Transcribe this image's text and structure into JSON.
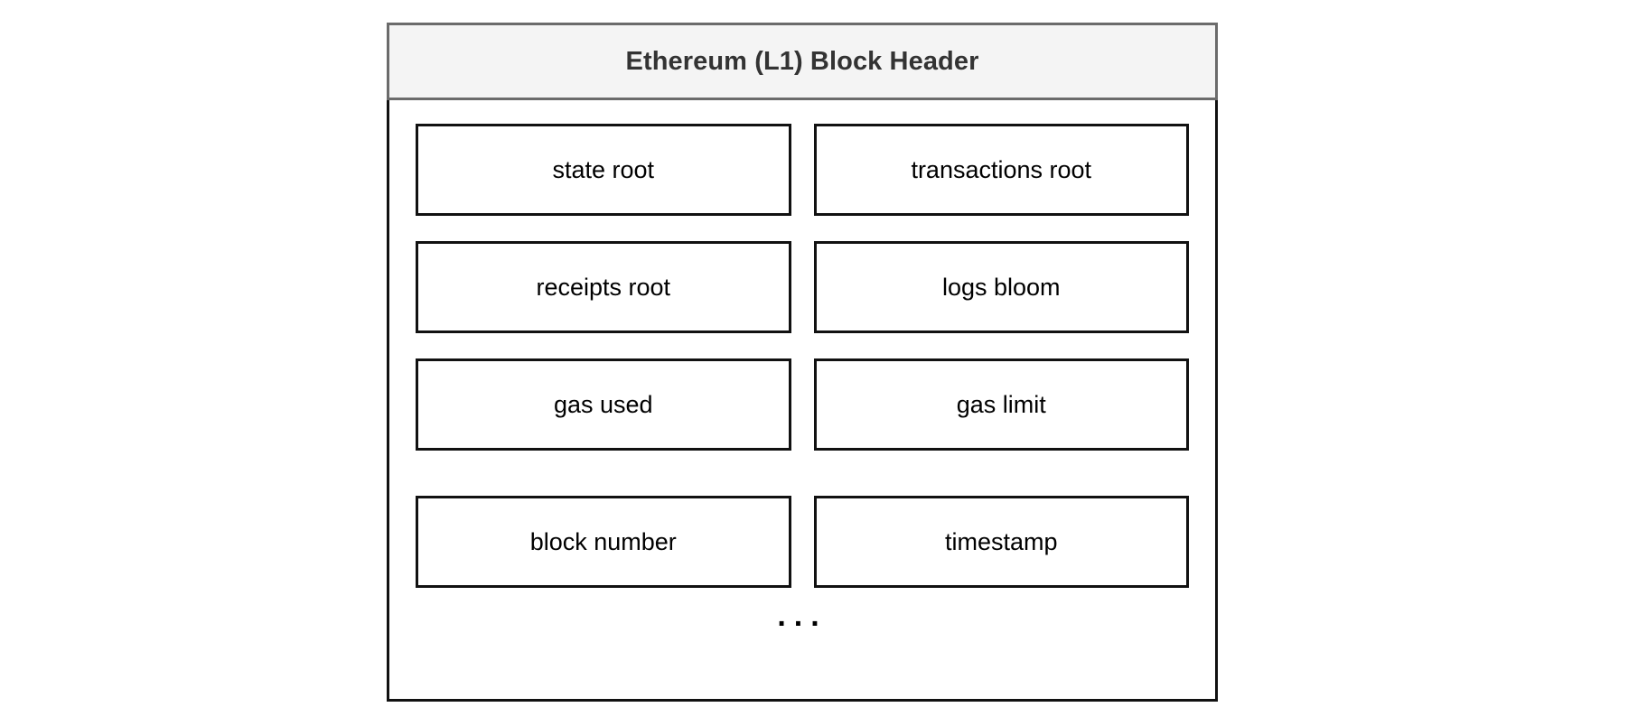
{
  "diagram": {
    "title": "Ethereum (L1) Block Header",
    "colors": {
      "page_background": "#ffffff",
      "header_fill": "#f4f4f4",
      "header_border": "#6b6b6b",
      "header_text": "#333333",
      "body_border": "#111111",
      "cell_border": "#111111",
      "cell_fill": "#ffffff",
      "cell_text": "#000000"
    },
    "rows": [
      {
        "left": {
          "label": "state root"
        },
        "right": {
          "label": "transactions root"
        }
      },
      {
        "left": {
          "label": "receipts root"
        },
        "right": {
          "label": "logs bloom"
        }
      },
      {
        "left": {
          "label": "gas used"
        },
        "right": {
          "label": "gas limit"
        }
      },
      {
        "left": {
          "label": "block number"
        },
        "right": {
          "label": "timestamp"
        }
      }
    ],
    "continuation": {
      "label": "...",
      "meaning": "additional-fields-omitted"
    }
  }
}
